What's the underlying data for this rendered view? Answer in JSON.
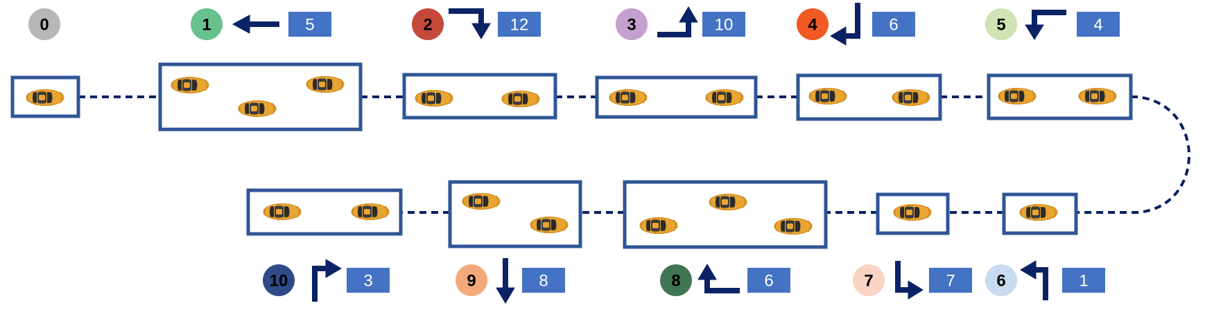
{
  "colors": {
    "box_border": "#2F5597",
    "connector": "#002060",
    "arrow": "#0B2265",
    "count_box": "#4472C4",
    "count_text": "#FFFFFF",
    "car_body": "#E8A530",
    "car_glass": "#2B2B2B"
  },
  "stages": [
    {
      "id": "0",
      "color": "#B7B7B7",
      "text_color": "#000000",
      "arrow": "none",
      "count": "",
      "cars": 1
    },
    {
      "id": "1",
      "color": "#67C18C",
      "text_color": "#000000",
      "arrow": "left-arrow",
      "count": "5",
      "cars": 3
    },
    {
      "id": "2",
      "color": "#C5493A",
      "text_color": "#000000",
      "arrow": "right-then-down-arrow",
      "count": "12",
      "cars": 2
    },
    {
      "id": "3",
      "color": "#C3A0CF",
      "text_color": "#000000",
      "arrow": "right-then-up-arrow",
      "count": "10",
      "cars": 2
    },
    {
      "id": "4",
      "color": "#F15A24",
      "text_color": "#000000",
      "arrow": "down-then-left-arrow",
      "count": "6",
      "cars": 2
    },
    {
      "id": "5",
      "color": "#CFE3B4",
      "text_color": "#000000",
      "arrow": "left-then-down-arrow",
      "count": "4",
      "cars": 2
    },
    {
      "id": "6",
      "color": "#C9DBEF",
      "text_color": "#000000",
      "arrow": "up-then-left-arrow",
      "count": "1",
      "cars": 1
    },
    {
      "id": "7",
      "color": "#F9D3C4",
      "text_color": "#000000",
      "arrow": "down-then-right-arrow",
      "count": "7",
      "cars": 1
    },
    {
      "id": "8",
      "color": "#3F7553",
      "text_color": "#000000",
      "arrow": "left-then-up-arrow",
      "count": "6",
      "cars": 3
    },
    {
      "id": "9",
      "color": "#F4A97A",
      "text_color": "#000000",
      "arrow": "down-arrow",
      "count": "8",
      "cars": 2
    },
    {
      "id": "10",
      "color": "#2F4A86",
      "text_color": "#000000",
      "arrow": "up-then-right-arrow",
      "count": "3",
      "cars": 2
    }
  ]
}
